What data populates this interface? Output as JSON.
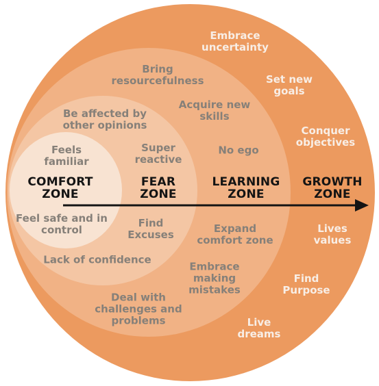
{
  "zones": {
    "comfort": "COMFORT\nZONE",
    "fear": "FEAR\nZONE",
    "learning": "LEARNING\nZONE",
    "growth": "GROWTH\nZONE"
  },
  "comfort_items": {
    "feels_familiar": "Feels\nfamiliar",
    "feel_safe": "Feel safe and in\ncontrol"
  },
  "fear_items": {
    "affected_opinions": "Be affected by\nother opinions",
    "super_reactive": "Super\nreactive",
    "find_excuses": "Find\nExcuses",
    "lack_confidence": "Lack of confidence"
  },
  "learning_items": {
    "bring_resourcefulness": "Bring\nresourcefulness",
    "acquire_skills": "Acquire new\nskills",
    "no_ego": "No ego",
    "expand_comfort": "Expand\ncomfort zone",
    "embrace_mistakes": "Embrace\nmaking\nmistakes",
    "deal_challenges": "Deal with\nchallenges and\nproblems"
  },
  "growth_items": {
    "embrace_uncertainty": "Embrace\nuncertainty",
    "set_goals": "Set new\ngoals",
    "conquer_objectives": "Conquer\nobjectives",
    "lives_values": "Lives\nvalues",
    "find_purpose": "Find\nPurpose",
    "live_dreams": "Live\ndreams"
  },
  "colors": {
    "growth": "#ec9a5f",
    "learning": "#f1b285",
    "fear": "#f4c6a4",
    "comfort": "#f8e3d2",
    "text_gray": "#868079",
    "text_light": "#f8eee6",
    "zone_title": "#141414"
  }
}
